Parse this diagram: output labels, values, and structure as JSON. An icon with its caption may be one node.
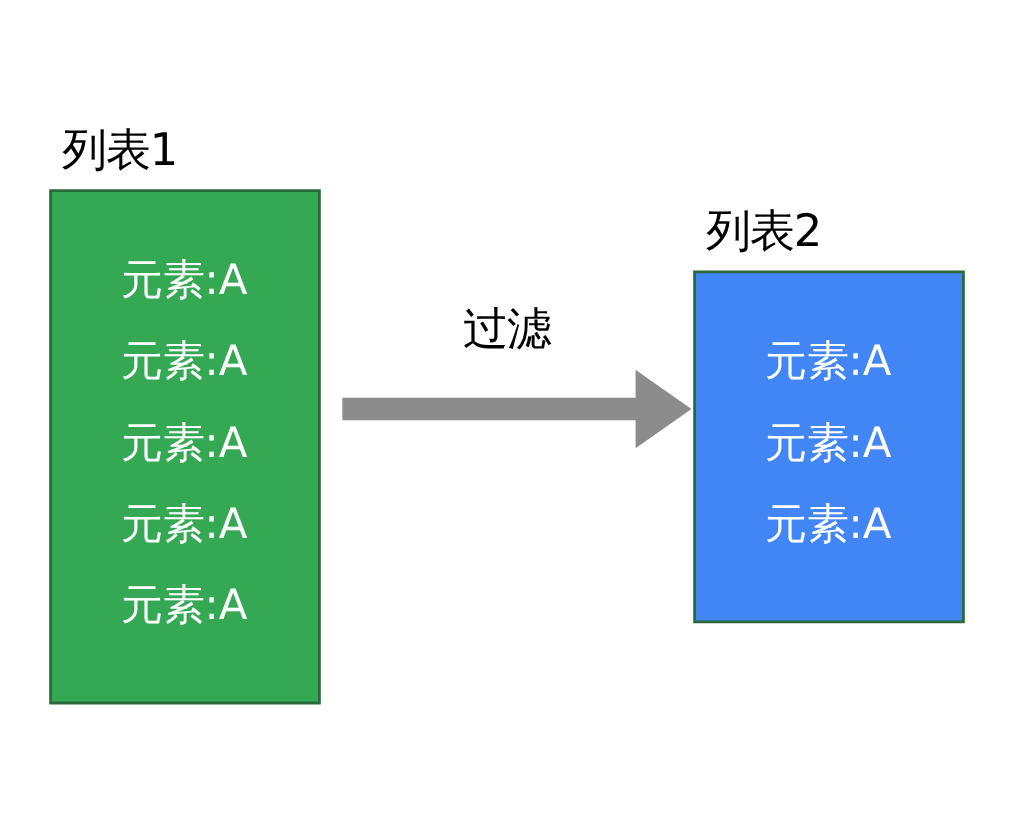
{
  "diagram": {
    "nodes": [
      {
        "text": [
          "列表1",
          "元素:A",
          "元素:A",
          "元素:A",
          "元素:A",
          "元素:A"
        ]
      },
      {
        "text": [
          "列表2",
          "元素:A",
          "元素:A",
          "元素:A"
        ]
      }
    ],
    "edges": [
      {
        "from": 0,
        "to": 1,
        "arrow": "to",
        "label": "过滤",
        "color": "#8c8c8c"
      }
    ]
  }
}
